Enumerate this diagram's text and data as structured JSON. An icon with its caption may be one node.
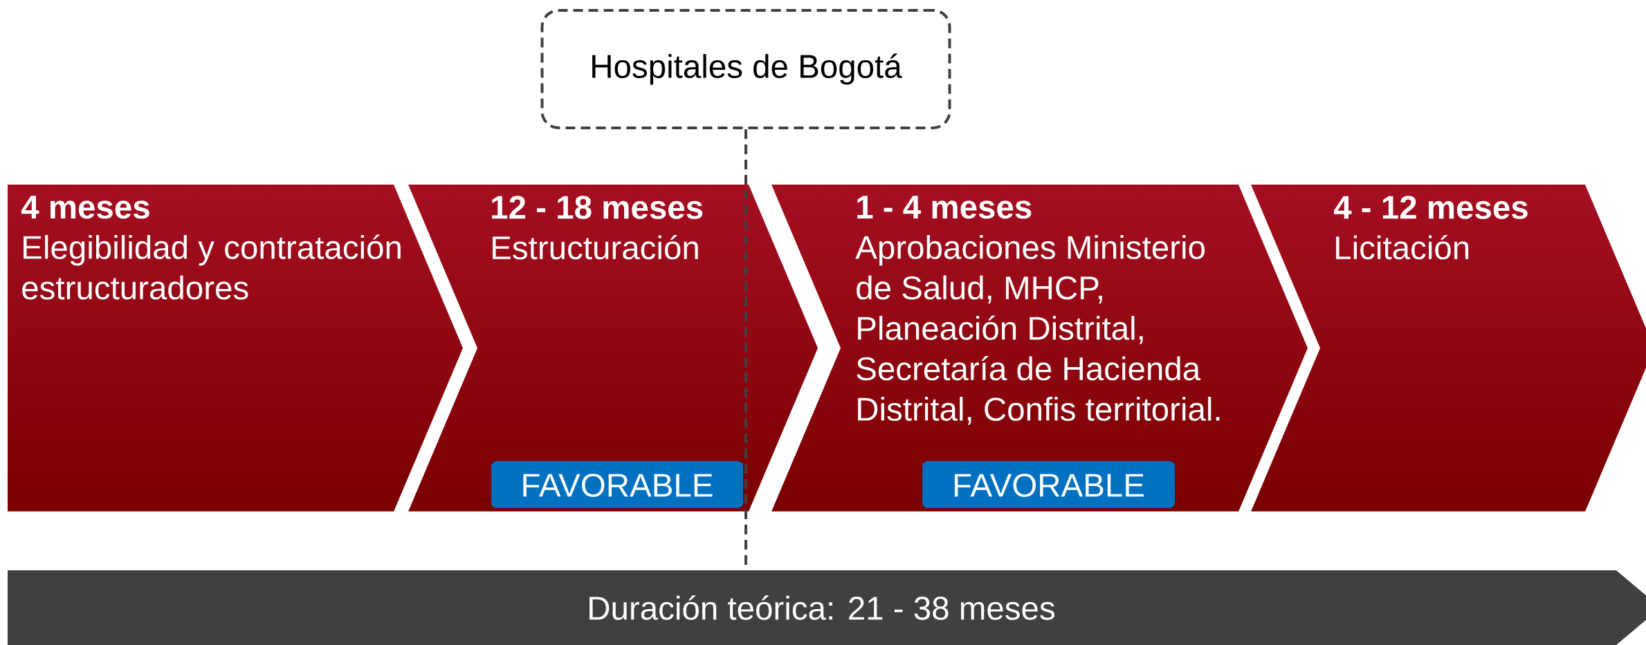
{
  "diagram": {
    "nodes": [
      {
        "text": [
          "Hospitales de Bogotá"
        ]
      },
      {
        "text": [
          "4 meses",
          "Elegibilidad y contratación estructuradores"
        ]
      },
      {
        "text": [
          "12 - 18 meses",
          "Estructuración"
        ]
      },
      {
        "text": [
          "FAVORABLE"
        ],
        "in": 2
      },
      {
        "text": [
          "1 - 4 meses",
          "Aprobaciones Ministerio de Salud, MHCP, Planeación Distrital, Secretaría de Hacienda Distrital, Confis territorial."
        ]
      },
      {
        "text": [
          "FAVORABLE"
        ],
        "in": 4
      },
      {
        "text": [
          "4 - 12 meses",
          "Licitación"
        ]
      },
      {
        "text": [
          "Duración teórica: 21 - 38 meses"
        ]
      }
    ],
    "edges": [
      {
        "from": 0,
        "to": 7,
        "arrow": "none",
        "style": "dashed"
      }
    ]
  }
}
